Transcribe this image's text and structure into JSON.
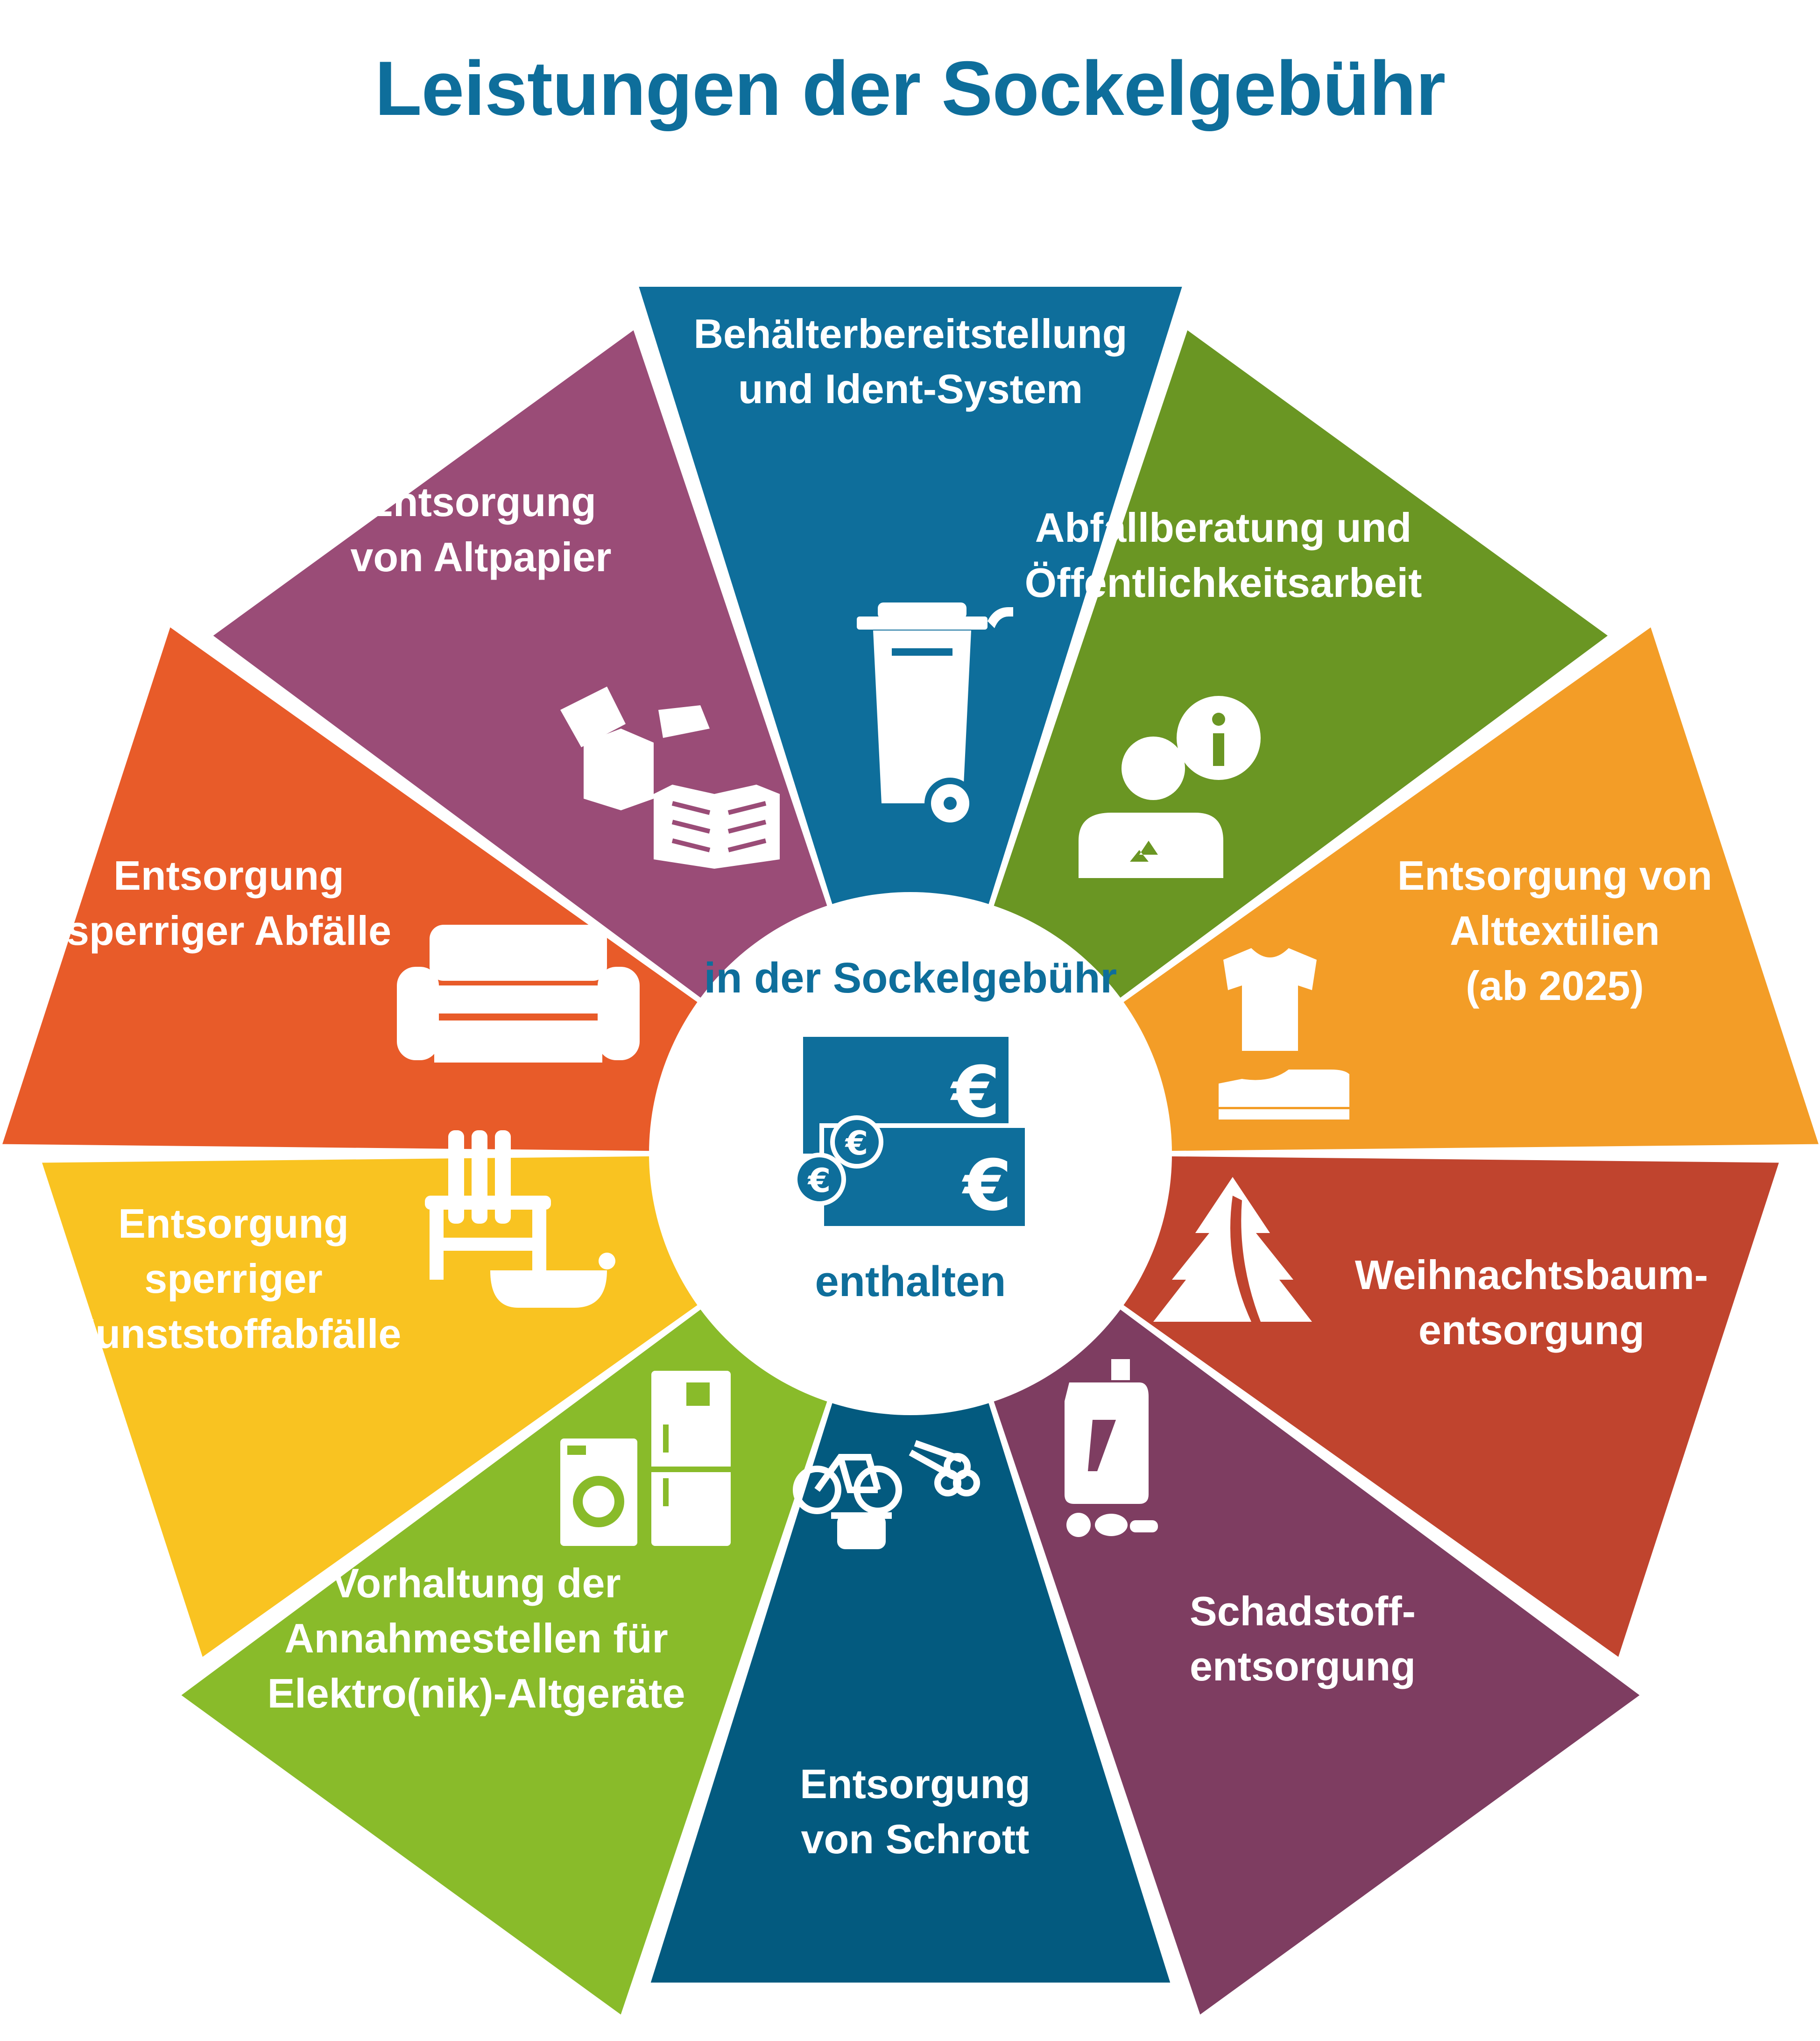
{
  "title": "Leistungen der Sockelgebühr",
  "center": {
    "line1": "in der Sockelgebühr",
    "line2": "enthalten",
    "icon": "euro-banknotes-coins-icon"
  },
  "segments": [
    {
      "id": "behaelter",
      "color": "#0e6e9b",
      "lines": [
        "Behälterbereitstellung",
        "und Ident-System"
      ],
      "icon": "waste-bin-icon"
    },
    {
      "id": "beratung",
      "color": "#6a9623",
      "lines": [
        "Abfallberatung und",
        "Öffentlichkeitsarbeit"
      ],
      "icon": "advisor-info-icon"
    },
    {
      "id": "textilien",
      "color": "#f39d27",
      "lines": [
        "Entsorgung von",
        "Alttextilien",
        "(ab 2025)"
      ],
      "icon": "shirt-shoe-icon"
    },
    {
      "id": "weihnachtsbaum",
      "color": "#c0442e",
      "lines": [
        "Weihnachtsbaum-",
        "entsorgung"
      ],
      "icon": "fir-tree-icon"
    },
    {
      "id": "schadstoff",
      "color": "#7e3d61",
      "lines": [
        "Schadstoff-",
        "entsorgung"
      ],
      "icon": "canister-pills-icon"
    },
    {
      "id": "schrott",
      "color": "#035a7f",
      "lines": [
        "Entsorgung",
        "von Schrott"
      ],
      "icon": "bicycle-pipes-pot-icon"
    },
    {
      "id": "elektro",
      "color": "#89bb2a",
      "lines": [
        "Vorhaltung der",
        "Annahmestellen für",
        "Elektro(nik)-Altgeräte"
      ],
      "icon": "washer-fridge-icon"
    },
    {
      "id": "kunststoff",
      "color": "#f9c321",
      "lines": [
        "Entsorgung",
        "sperriger",
        "Kunststoffabfälle"
      ],
      "icon": "garden-chair-tub-icon"
    },
    {
      "id": "sperrmuell",
      "color": "#e85b29",
      "lines": [
        "Entsorgung",
        "sperriger Abfälle"
      ],
      "icon": "sofa-icon"
    },
    {
      "id": "altpapier",
      "color": "#9a4c77",
      "lines": [
        "Entsorgung",
        "von Altpapier"
      ],
      "icon": "box-book-icon"
    }
  ]
}
